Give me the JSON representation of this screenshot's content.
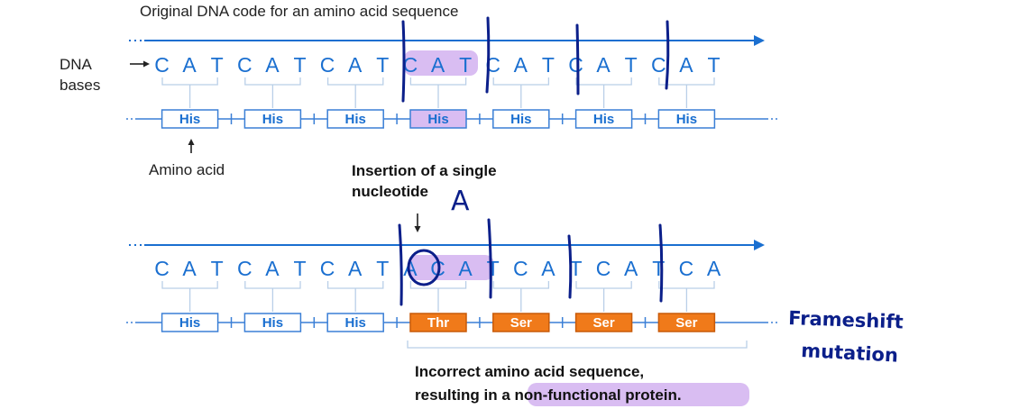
{
  "title": "Original DNA code for an amino acid sequence",
  "label_dna_bases": [
    "DNA",
    "bases"
  ],
  "label_amino_acid": "Amino acid",
  "insertion_label": [
    "Insertion of a single",
    "nucleotide"
  ],
  "inserted_base_handwritten": "A",
  "result_label": [
    "Incorrect amino acid sequence,",
    "resulting in a ",
    "non-functional protein."
  ],
  "handwritten_note": [
    "Frameshift",
    "mutation"
  ],
  "original": {
    "bases": [
      "C",
      "A",
      "T",
      "C",
      "A",
      "T",
      "C",
      "A",
      "T",
      "C",
      "A",
      "T",
      "C",
      "A",
      "T",
      "C",
      "A",
      "T",
      "C",
      "A",
      "T"
    ],
    "amino_acids": [
      "His",
      "His",
      "His",
      "His",
      "His",
      "His",
      "His"
    ],
    "highlighted_codon_index": 3
  },
  "mutated": {
    "bases": [
      "C",
      "A",
      "T",
      "C",
      "A",
      "T",
      "C",
      "A",
      "T",
      "A",
      "C",
      "A",
      "T",
      "C",
      "A",
      "T",
      "C",
      "A",
      "T",
      "C",
      "A"
    ],
    "inserted_base_index": 9,
    "amino_acids": [
      "His",
      "His",
      "His",
      "Thr",
      "Ser",
      "Ser",
      "Ser"
    ],
    "incorrect_from_index": 3
  },
  "colors": {
    "dna_blue": "#1a6fd0",
    "box_border": "#3a7fd6",
    "highlight_purple": "#d9bdf2",
    "mutant_orange": "#f07a1a",
    "pen_navy": "#0b1f8a"
  }
}
